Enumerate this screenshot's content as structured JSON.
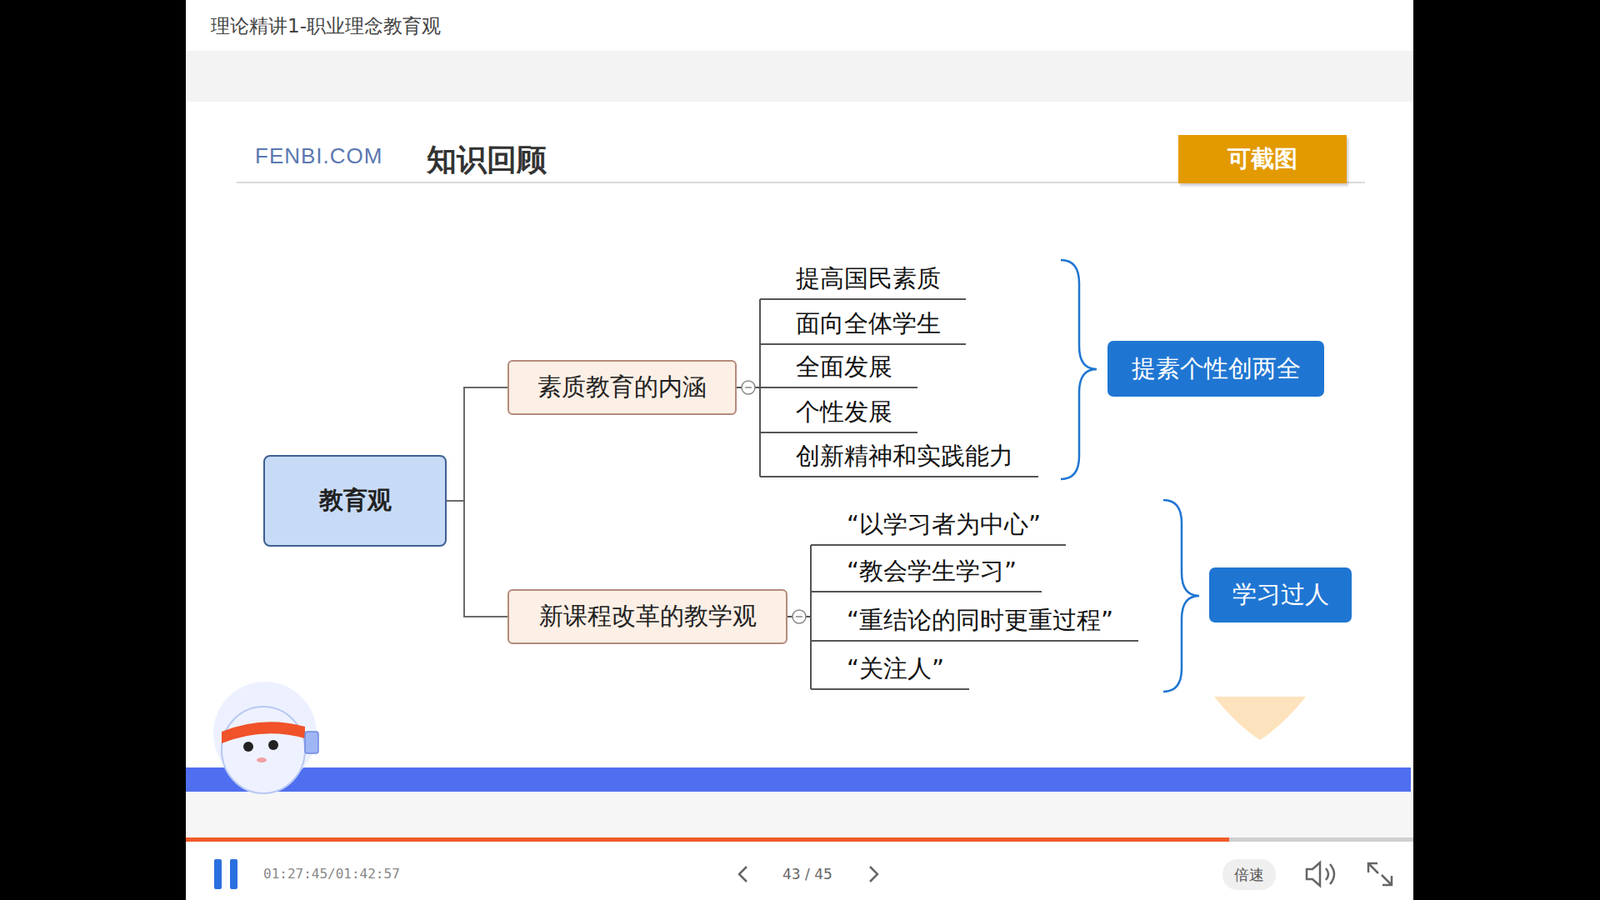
{
  "diagram": {
    "title": "知识回顾",
    "nodes": [
      {
        "text": [
          "可截图"
        ]
      },
      {
        "text": [
          "教育观"
        ]
      },
      {
        "text": [
          "素质教育的内涵"
        ]
      },
      {
        "text": [
          "提高国民素质"
        ]
      },
      {
        "text": [
          "面向全体学生"
        ]
      },
      {
        "text": [
          "全面发展"
        ]
      },
      {
        "text": [
          "个性发展"
        ]
      },
      {
        "text": [
          "创新精神和实践能力"
        ]
      },
      {
        "text": [
          "提素个性创两全"
        ]
      },
      {
        "text": [
          "新课程改革的教学观"
        ]
      },
      {
        "text": [
          "“以学习者为中心”"
        ]
      },
      {
        "text": [
          "“教会学生学习”"
        ]
      },
      {
        "text": [
          "“重结论的同时更重过程”"
        ]
      },
      {
        "text": [
          "“关注人”"
        ]
      },
      {
        "text": [
          "学习过人"
        ]
      }
    ],
    "edges": [
      {
        "from": 1,
        "to": 2,
        "arrow": "none"
      },
      {
        "from": 1,
        "to": 9,
        "arrow": "none"
      },
      {
        "from": 2,
        "to": 3,
        "arrow": "none"
      },
      {
        "from": 2,
        "to": 4,
        "arrow": "none"
      },
      {
        "from": 2,
        "to": 5,
        "arrow": "none"
      },
      {
        "from": 2,
        "to": 6,
        "arrow": "none"
      },
      {
        "from": 2,
        "to": 7,
        "arrow": "none"
      },
      {
        "from": 9,
        "to": 10,
        "arrow": "none"
      },
      {
        "from": 9,
        "to": 11,
        "arrow": "none"
      },
      {
        "from": 9,
        "to": 12,
        "arrow": "none"
      },
      {
        "from": 9,
        "to": 13,
        "arrow": "none"
      }
    ],
    "labels": [
      "理论精讲1-职业理念教育观",
      "FENBI.COM",
      "01:27:45/01:42:57",
      "43 / 45",
      "倍速"
    ]
  }
}
